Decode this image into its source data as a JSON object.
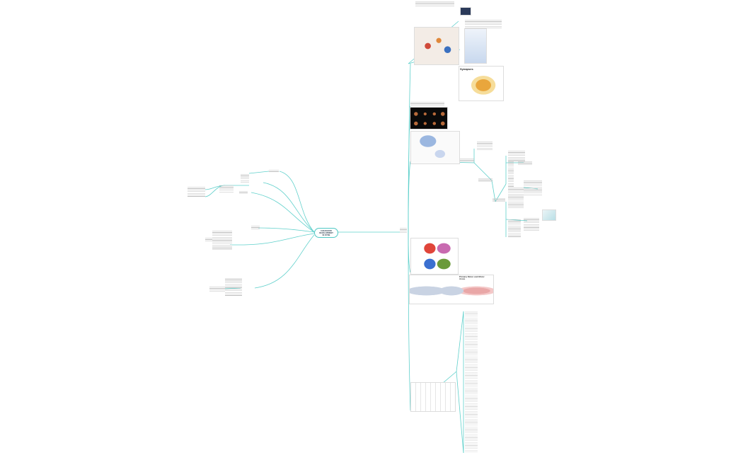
{
  "central_topic": {
    "lines": [
      "CHILDHOOD",
      "DEVELOPMENT",
      "IN DYDB"
    ]
  },
  "images": {
    "synapses_title": "Synapses",
    "motor_title": [
      "Primary Motor and Motor",
      "Areas"
    ]
  },
  "colors": {
    "branch": "#4ec8c4",
    "central_border": "#4ec8c4"
  }
}
